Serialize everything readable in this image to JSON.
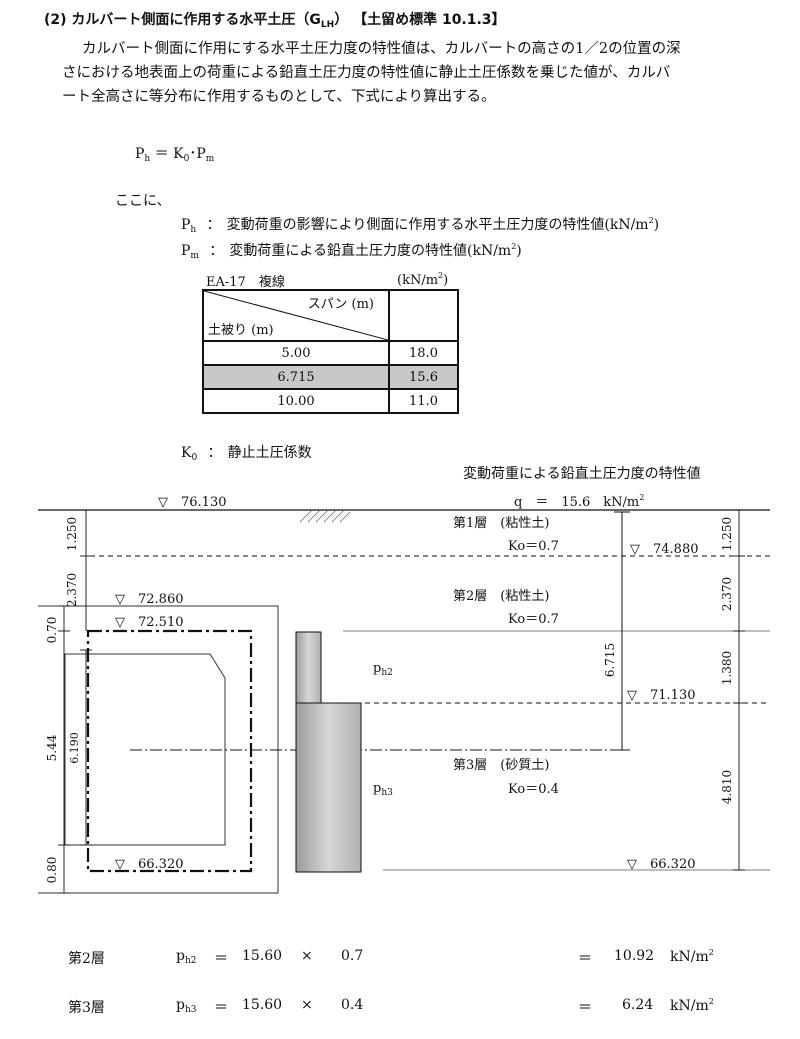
{
  "heading": {
    "number": "(2)",
    "title": "カルバート側面に作用する水平土圧（G",
    "title_sub": "LH",
    "title_close": "）",
    "reference": "【土留め標準 10.1.3】"
  },
  "paragraph": [
    "カルバート側面に作用にする水平土圧力度の特性値は、カルバートの高さの1／2の位置の深",
    "さにおける地表面上の荷重による鉛直土圧力度の特性値に静止土圧係数を乗じた値が、カルバ",
    "ート全高さに等分布に作用するものとして、下式により算出する。"
  ],
  "formula": {
    "lhs": "P",
    "lhs_sub": "h",
    "eq": "＝",
    "k": "K",
    "k_sub": "0",
    "dot": "･",
    "p": "P",
    "p_sub": "m"
  },
  "definitions": {
    "intro": "ここに、",
    "items": [
      {
        "sym": "P",
        "sub": "h",
        "colon": "：",
        "text": "変動荷重の影響により側面に作用する水平土圧力度の特性値(kN/m",
        "sup": "2",
        "close": ")"
      },
      {
        "sym": "P",
        "sub": "m",
        "colon": "：",
        "text": "変動荷重による鉛直土圧力度の特性値(kN/m",
        "sup": "2",
        "close": ")"
      }
    ],
    "k0": {
      "sym": "K",
      "sub": "0",
      "colon": "：",
      "text": "静止土圧係数"
    }
  },
  "load_table": {
    "caption": "EA-17　複線",
    "unit": "(kN/m",
    "unit_sup": "2",
    "unit_close": ")",
    "header_top": "スパン (m)",
    "header_bottom": "土被り (m)",
    "rows": [
      {
        "cover": "5.00",
        "value": "18.0"
      },
      {
        "cover": "6.715",
        "value": "15.6"
      },
      {
        "cover": "10.00",
        "value": "11.0"
      }
    ]
  },
  "diagram": {
    "caption": "変動荷重による鉛直土圧力度の特性値",
    "q_label": "q　＝　15.6　kN/m",
    "q_sup": "2",
    "elev_top": "▽　76.130",
    "elev_1": "▽　74.880",
    "elev_roof_out": "▽　72.860",
    "elev_roof_in": "▽　72.510",
    "elev_2": "▽　71.130",
    "elev_floor_in": "▽　66.320",
    "elev_bottom": "▽　66.320",
    "layer1": {
      "name": "第1層　(粘性土)",
      "ko": "Ko＝0.7"
    },
    "layer2": {
      "name": "第2層　(粘性土)",
      "ko": "Ko＝0.7"
    },
    "layer3": {
      "name": "第3層　(砂質土)",
      "ko": "Ko＝0.4"
    },
    "ph2": "p",
    "ph2_sub": "h2",
    "ph3": "p",
    "ph3_sub": "h3",
    "dims_left": [
      "1.250",
      "2.370",
      "0.70",
      "5.44",
      "0.80"
    ],
    "dim_inner": "6.190",
    "dim_depth": "6.715",
    "dims_right": [
      "1.250",
      "2.370",
      "1.380",
      "4.810"
    ]
  },
  "results": [
    {
      "layer": "第2層",
      "sym": "p",
      "sub": "h2",
      "eq": "＝",
      "a": "15.60",
      "times": "×",
      "b": "0.7",
      "eq2": "＝",
      "value": "10.92",
      "unit": "kN/m",
      "sup": "2"
    },
    {
      "layer": "第3層",
      "sym": "p",
      "sub": "h3",
      "eq": "＝",
      "a": "15.60",
      "times": "×",
      "b": "0.4",
      "eq2": "＝",
      "value": "6.24",
      "unit": "kN/m",
      "sup": "2"
    }
  ]
}
